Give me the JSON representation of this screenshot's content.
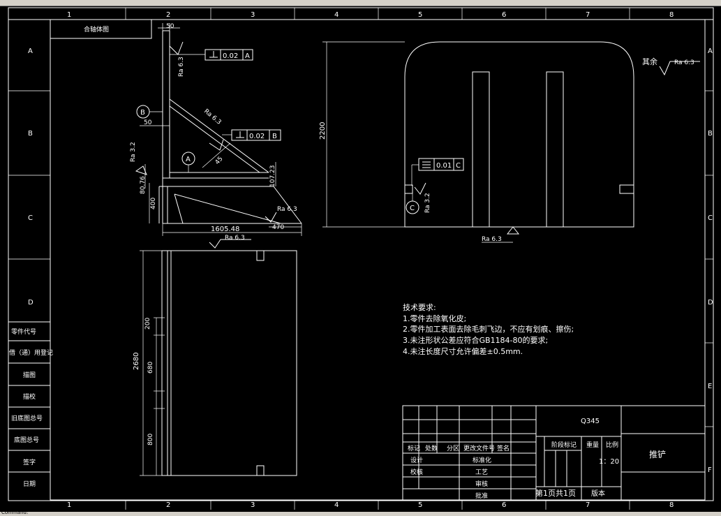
{
  "toolbar": {
    "label": ""
  },
  "status": {
    "text": "Command:"
  },
  "frame": {
    "top_cols": [
      "1",
      "2",
      "3",
      "4",
      "5",
      "6",
      "7",
      "8"
    ],
    "rows": [
      "A",
      "B",
      "C",
      "D",
      "E",
      "F"
    ]
  },
  "side_table": [
    "零件代号",
    "借（通）用登记",
    "描图",
    "描校",
    "旧底图总号",
    "底图总号",
    "签字",
    "日期"
  ],
  "header_box": "合轴体图",
  "dims": {
    "d50a": "50",
    "d50b": "50",
    "d80": "80.76",
    "d400": "400",
    "d1605": "1605.48",
    "d470": "470",
    "d107": "107.23",
    "d2200": "2200",
    "d2680": "2680",
    "d200": "200",
    "d680": "680",
    "d800": "800",
    "d45": "45"
  },
  "rough": {
    "r63": "Ra 6.3",
    "r32": "Ra 3.2",
    "other": "其余",
    "other_val": "Ra 6.3"
  },
  "tol": {
    "a_val": "0.02",
    "a_ref": "A",
    "b_val": "0.02",
    "b_ref": "B",
    "c_val": "0.01",
    "c_ref": "C"
  },
  "datums": {
    "a": "A",
    "b": "B",
    "c": "C"
  },
  "notes": {
    "title": "技术要求:",
    "l1": "1.零件去除氧化皮;",
    "l2": "2.零件加工表面去除毛刺飞边，不应有划痕、擦伤;",
    "l3": "3.未注形状公差应符合GB1184-80的要求;",
    "l4": "4.未注长度尺寸允许偏差±0.5mm."
  },
  "title_block": {
    "material": "Q345",
    "name": "推铲",
    "scale": "1：20",
    "stage": "阶段标记",
    "weight": "重量",
    "ratio": "比例",
    "sheets": "第1页共1页",
    "version": "版本",
    "h_mark": "标记",
    "h_count": "处数",
    "h_zone": "分区",
    "h_doc": "更改文件号",
    "h_sign": "签名",
    "r_design": "设计",
    "r_check": "校核",
    "r_std": "标准化",
    "r_proc": "工艺",
    "r_review": "审核",
    "r_approve": "批准"
  }
}
